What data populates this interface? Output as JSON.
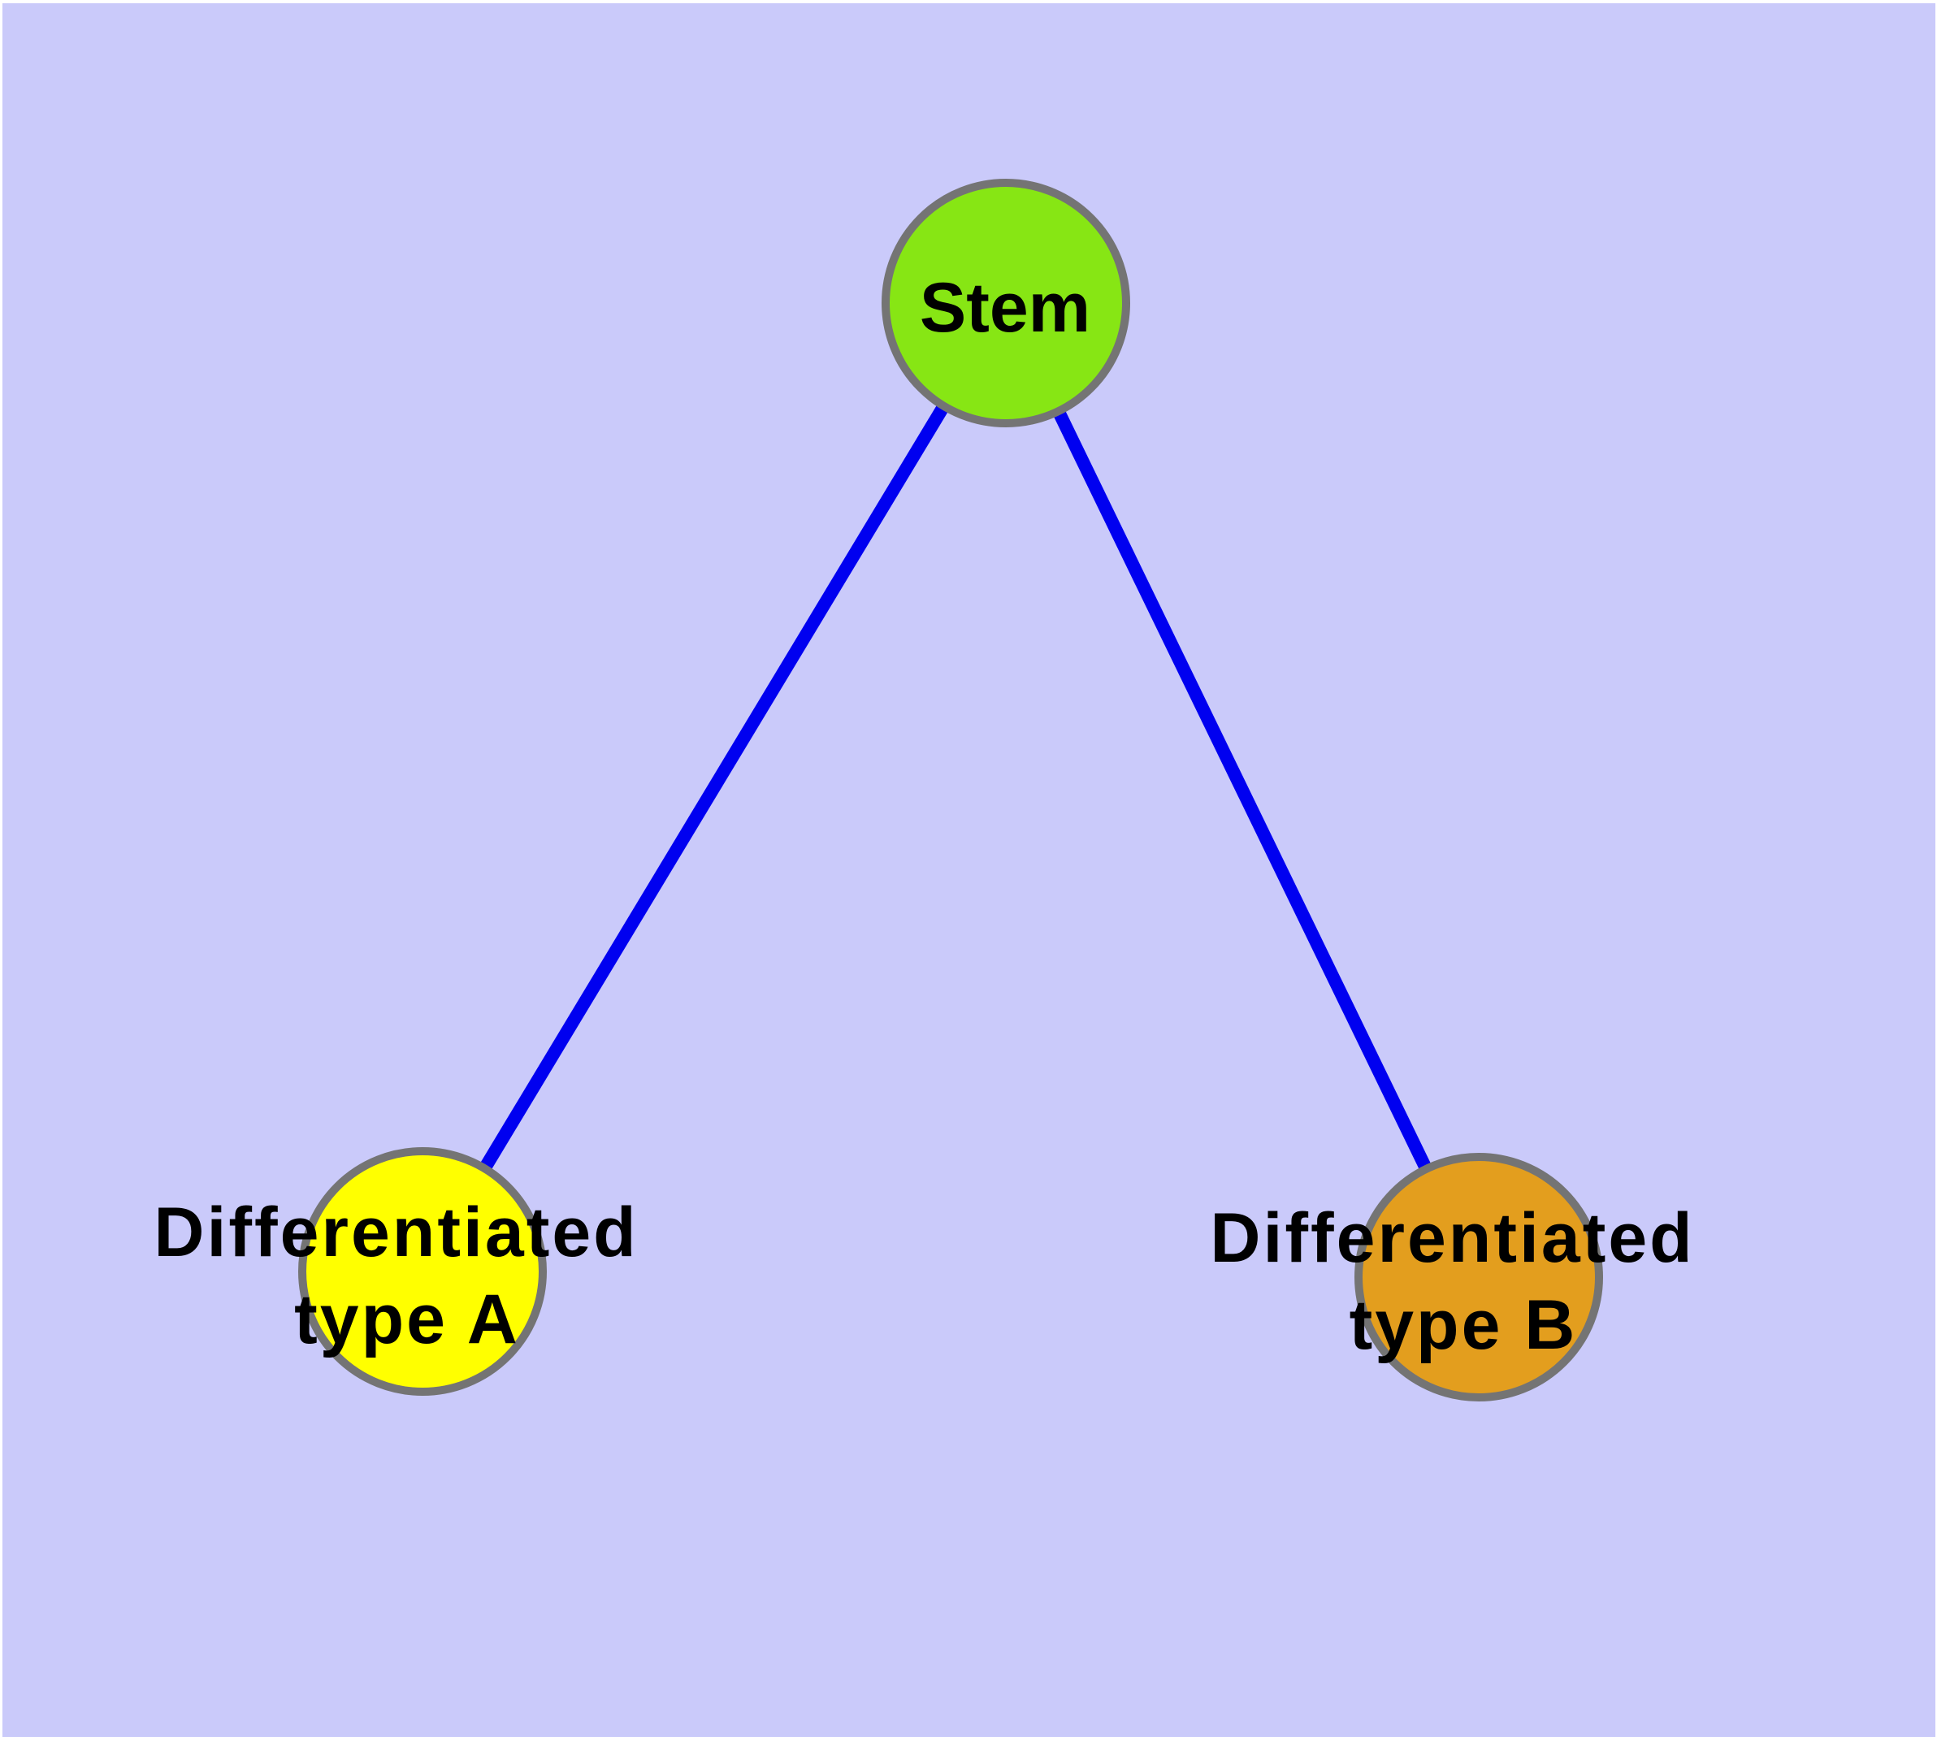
{
  "diagram": {
    "background_color": "#cacafa",
    "frame_color": "#ffffff",
    "edge_color": "#0000f0",
    "node_border_color": "#747474",
    "label_color": "#000000",
    "nodes": {
      "stem": {
        "label": "Stem",
        "fill": "#87e614"
      },
      "type_a": {
        "label_line1": "Differentiated",
        "label_line2": "type A",
        "fill": "#ffff00"
      },
      "type_b": {
        "label_line1": "Differentiated",
        "label_line2": "type B",
        "fill": "#e39e1e"
      }
    },
    "edges": [
      {
        "from": "Stem",
        "to": "Differentiated type A"
      },
      {
        "from": "Stem",
        "to": "Differentiated type B"
      }
    ]
  }
}
